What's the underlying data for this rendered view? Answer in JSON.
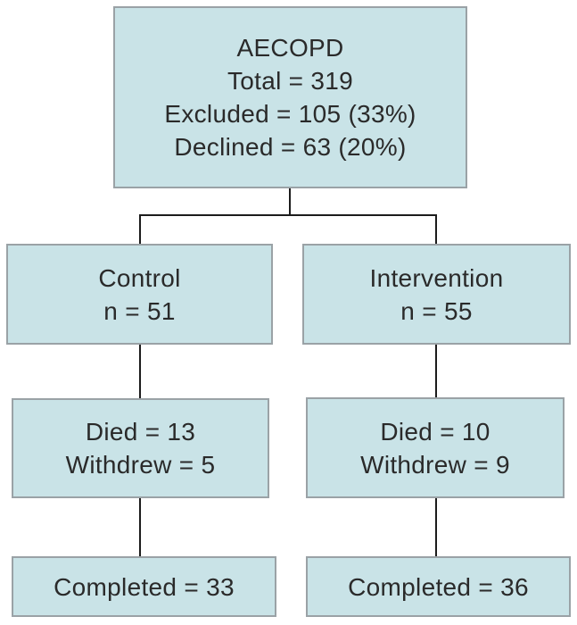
{
  "colors": {
    "box_fill": "#c9e3e7",
    "box_border": "#9aa2a6",
    "connector": "#1c1c1c",
    "text": "#2a2a2a",
    "background": "#ffffff"
  },
  "boxes": {
    "aecopd": {
      "lines": [
        "AECOPD",
        "Total = 319",
        "Excluded = 105 (33%)",
        "Declined = 63 (20%)"
      ]
    },
    "control": {
      "lines": [
        "Control",
        "n = 51"
      ]
    },
    "intervention": {
      "lines": [
        "Intervention",
        "n = 55"
      ]
    },
    "control_attrition": {
      "lines": [
        "Died = 13",
        "Withdrew = 5"
      ]
    },
    "intervention_attrition": {
      "lines": [
        "Died = 10",
        "Withdrew = 9"
      ]
    },
    "control_completed": {
      "lines": [
        "Completed = 33"
      ]
    },
    "intervention_completed": {
      "lines": [
        "Completed = 36"
      ]
    }
  }
}
